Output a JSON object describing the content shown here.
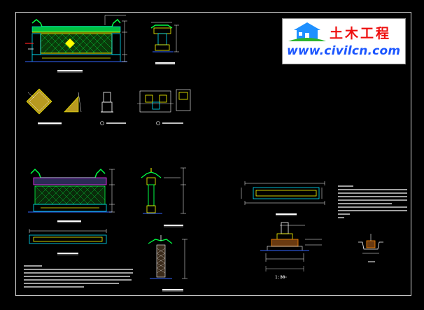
{
  "logo": {
    "chinese_text": "土木工程",
    "url_text": "www.civilcn.com",
    "colors": {
      "chinese": "#ee1111",
      "url": "#1a55ff",
      "house_roof": "#1e90ff",
      "house_wall": "#1e90ff",
      "grass": "#2db52d"
    },
    "icon": "house-icon"
  },
  "drawing": {
    "background": "#000000",
    "scale_note": "1:30",
    "colors": {
      "outline_cyan": "#00e5ff",
      "yellow": "#ffff00",
      "green": "#00ff44",
      "magenta": "#ff33ff",
      "white": "#ffffff",
      "blue": "#3366ff",
      "red": "#ff2222"
    }
  }
}
